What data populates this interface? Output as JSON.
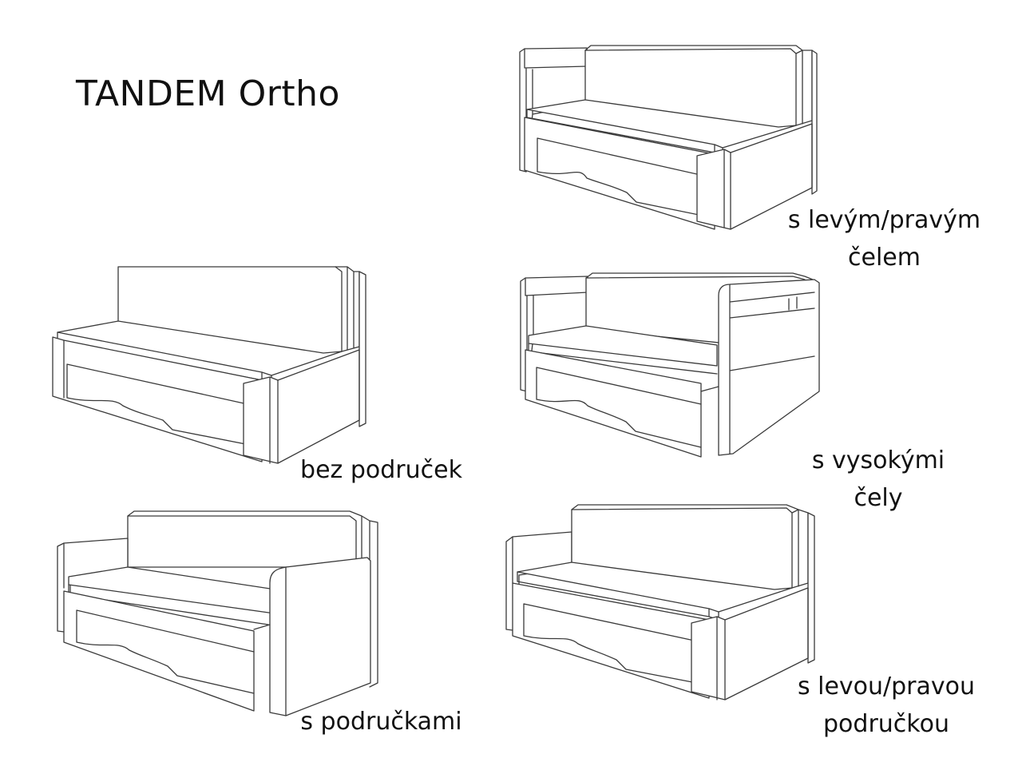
{
  "title": "TANDEM Ortho",
  "variants": [
    {
      "id": "left-right-headboard",
      "label_lines": [
        "s levým/pravým",
        "čelem"
      ]
    },
    {
      "id": "no-armrests",
      "label_lines": [
        "bez područek"
      ]
    },
    {
      "id": "high-headboards",
      "label_lines": [
        "s vysokými",
        "čely"
      ]
    },
    {
      "id": "armrests",
      "label_lines": [
        "s područkami"
      ]
    },
    {
      "id": "left-right-armrest",
      "label_lines": [
        "s levou/pravou",
        "područkou"
      ]
    }
  ],
  "colors": {
    "line": "#3a3a3a",
    "text": "#111111",
    "background": "#ffffff"
  }
}
